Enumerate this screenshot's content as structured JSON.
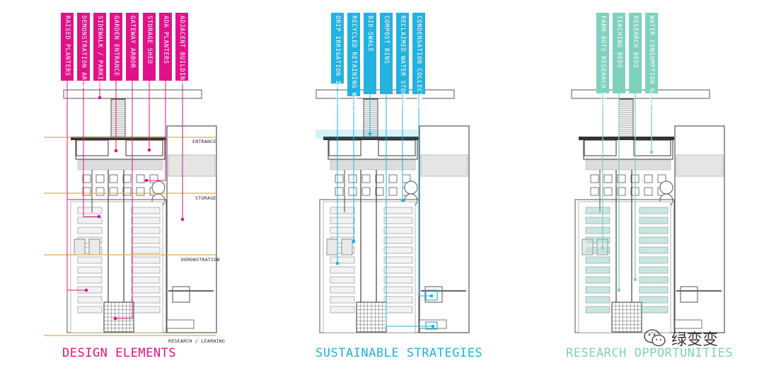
{
  "colors": {
    "pink": "#e0128a",
    "cyan": "#22b2e0",
    "teal": "#7fd1bf",
    "orange": "#e3a94a",
    "wall": "#555555"
  },
  "panels": [
    {
      "id": "design",
      "title": "DESIGN ELEMENTS",
      "color": "#e0128a",
      "labels": [
        "RAISED PLANTERS",
        "DEMONSTRATION AREA",
        "SIDEWALK / PARKING",
        "GARDEN ENTRANCE",
        "GATEWAY ARBOR",
        "STORAGE SHED",
        "ADA PLANTERS",
        "ADJACENT BUILDING"
      ]
    },
    {
      "id": "sustainable",
      "title": "SUSTAINABLE STRATEGIES",
      "color": "#22b2e0",
      "labels": [
        "DRIP IRRIGATION IN BEDS",
        "RECYCLED RETAINING WALLS",
        "BIO-SWALE",
        "COMPOST BINS",
        "RECLAIMED WATER STORAGE",
        "CONDENSATION COLLECTION"
      ]
    },
    {
      "id": "research",
      "title": "RESEARCH OPPORTUNITIES",
      "color": "#7fd1bf",
      "labels": [
        "FARM-BOTS RESEARCH BEDS",
        "TEACHING BEDS",
        "RESEARCH BEDS",
        "WATER CONSUMPTION GAUGES"
      ]
    }
  ],
  "zones": [
    "ENTRANCE",
    "STORAGE",
    "DEMONSTRATION",
    "RESEARCH / LEARNING"
  ],
  "watermark": {
    "text": "绿变变",
    "icon": "wechat-icon"
  }
}
